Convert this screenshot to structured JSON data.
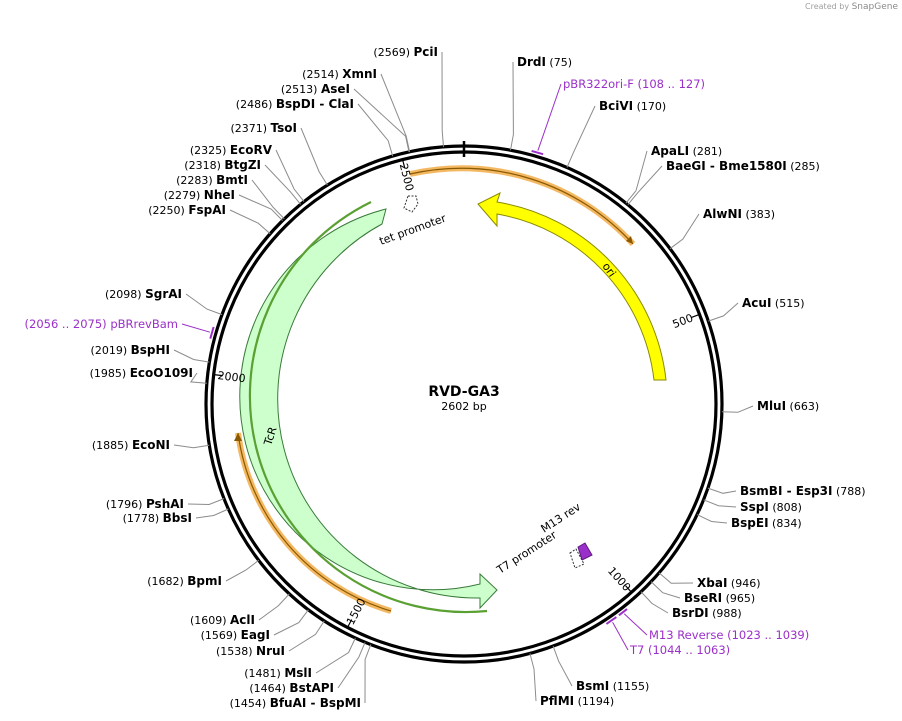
{
  "watermark": {
    "prefix": "Created by",
    "brand": "SnapGene"
  },
  "plasmid": {
    "name": "RVD-GA3",
    "length_label": "2602 bp",
    "length": 2602
  },
  "ticks": [
    "500",
    "1000",
    "1500",
    "2000",
    "2500"
  ],
  "enzymes": [
    {
      "id": "drdi",
      "name": "DrdI",
      "pos": "(75)",
      "bp": 75
    },
    {
      "id": "bcivi",
      "name": "BciVI",
      "pos": "(170)",
      "bp": 170
    },
    {
      "id": "apali",
      "name": "ApaLI",
      "pos": "(281)",
      "bp": 281
    },
    {
      "id": "baegi",
      "name": "BaeGI",
      "name2": "Bme1580I",
      "pos": "(285)",
      "bp": 285
    },
    {
      "id": "alwni",
      "name": "AlwNI",
      "pos": "(383)",
      "bp": 383
    },
    {
      "id": "acui",
      "name": "AcuI",
      "pos": "(515)",
      "bp": 515
    },
    {
      "id": "mlui",
      "name": "MluI",
      "pos": "(663)",
      "bp": 663
    },
    {
      "id": "bsmbi",
      "name": "BsmBI",
      "name2": "Esp3I",
      "pos": "(788)",
      "bp": 788
    },
    {
      "id": "sspi",
      "name": "SspI",
      "pos": "(808)",
      "bp": 808
    },
    {
      "id": "bspei",
      "name": "BspEI",
      "pos": "(834)",
      "bp": 834
    },
    {
      "id": "xbai",
      "name": "XbaI",
      "pos": "(946)",
      "bp": 946
    },
    {
      "id": "beseri",
      "name": "BseRI",
      "pos": "(965)",
      "bp": 965
    },
    {
      "id": "bsrdi",
      "name": "BsrDI",
      "pos": "(988)",
      "bp": 988
    },
    {
      "id": "bsmi",
      "name": "BsmI",
      "pos": "(1155)",
      "bp": 1155
    },
    {
      "id": "pflmi",
      "name": "PflMI",
      "pos": "(1194)",
      "bp": 1194
    },
    {
      "id": "bfuai",
      "name": "BfuAI",
      "name2": "BspMI",
      "pos": "(1454)",
      "bp": 1454
    },
    {
      "id": "bstapi",
      "name": "BstAPI",
      "pos": "(1464)",
      "bp": 1464
    },
    {
      "id": "msli",
      "name": "MslI",
      "pos": "(1481)",
      "bp": 1481
    },
    {
      "id": "krui",
      "name": "NruI",
      "pos": "(1538)",
      "bp": 1538
    },
    {
      "id": "eagi",
      "name": "EagI",
      "pos": "(1569)",
      "bp": 1569
    },
    {
      "id": "acli",
      "name": "AclI",
      "pos": "(1609)",
      "bp": 1609
    },
    {
      "id": "bpmi",
      "name": "BpmI",
      "pos": "(1682)",
      "bp": 1682
    },
    {
      "id": "bbsi",
      "name": "BbsI",
      "pos": "(1778)",
      "bp": 1778
    },
    {
      "id": "pshai",
      "name": "PshAI",
      "pos": "(1796)",
      "bp": 1796
    },
    {
      "id": "econi",
      "name": "EcoNI",
      "pos": "(1885)",
      "bp": 1885
    },
    {
      "id": "ecoo109i",
      "name": "EcoO109I",
      "pos": "(1985)",
      "bp": 1985
    },
    {
      "id": "bsphi",
      "name": "BspHI",
      "pos": "(2019)",
      "bp": 2019
    },
    {
      "id": "sgrai",
      "name": "SgrAI",
      "pos": "(2098)",
      "bp": 2098
    },
    {
      "id": "fspai",
      "name": "FspAI",
      "pos": "(2250)",
      "bp": 2250
    },
    {
      "id": "nhei",
      "name": "NheI",
      "pos": "(2279)",
      "bp": 2279
    },
    {
      "id": "bmti",
      "name": "BmtI",
      "pos": "(2283)",
      "bp": 2283
    },
    {
      "id": "btgzi",
      "name": "BtgZI",
      "pos": "(2318)",
      "bp": 2318
    },
    {
      "id": "ecorv",
      "name": "EcoRV",
      "pos": "(2325)",
      "bp": 2325
    },
    {
      "id": "tsoi",
      "name": "TsoI",
      "pos": "(2371)",
      "bp": 2371
    },
    {
      "id": "bspdi",
      "name": "BspDI",
      "name2": "ClaI",
      "pos": "(2486)",
      "bp": 2486
    },
    {
      "id": "asei",
      "name": "AseI",
      "pos": "(2513)",
      "bp": 2513
    },
    {
      "id": "xmni",
      "name": "XmnI",
      "pos": "(2514)",
      "bp": 2514
    },
    {
      "id": "pcii",
      "name": "PciI",
      "pos": "(2569)",
      "bp": 2569
    }
  ],
  "primers": [
    {
      "id": "pbr322ori-f",
      "name": "pBR322ori-F",
      "range": "(108 .. 127)",
      "start": 108,
      "end": 127
    },
    {
      "id": "m13-reverse",
      "name": "M13 Reverse",
      "range": "(1023 .. 1039)",
      "start": 1023,
      "end": 1039
    },
    {
      "id": "t7",
      "name": "T7",
      "range": "(1044 .. 1063)",
      "start": 1044,
      "end": 1063
    },
    {
      "id": "pbrrevbam",
      "name": "pBRrevBam",
      "range": "(2056 .. 2075)",
      "start": 2056,
      "end": 2075
    }
  ],
  "features": [
    {
      "id": "ori",
      "label": "ori",
      "color": "#ffff00"
    },
    {
      "id": "tcr",
      "label": "TcR",
      "color": "#ccffcc"
    },
    {
      "id": "tet-promoter",
      "label": "tet promoter"
    },
    {
      "id": "m13-rev",
      "label": "M13 rev"
    },
    {
      "id": "t7-promoter",
      "label": "T7 promoter"
    }
  ],
  "colors": {
    "primer": "#9b2fc9",
    "ori": "#ffff00",
    "tcr": "#ccffcc",
    "orf": "#f4b862"
  }
}
